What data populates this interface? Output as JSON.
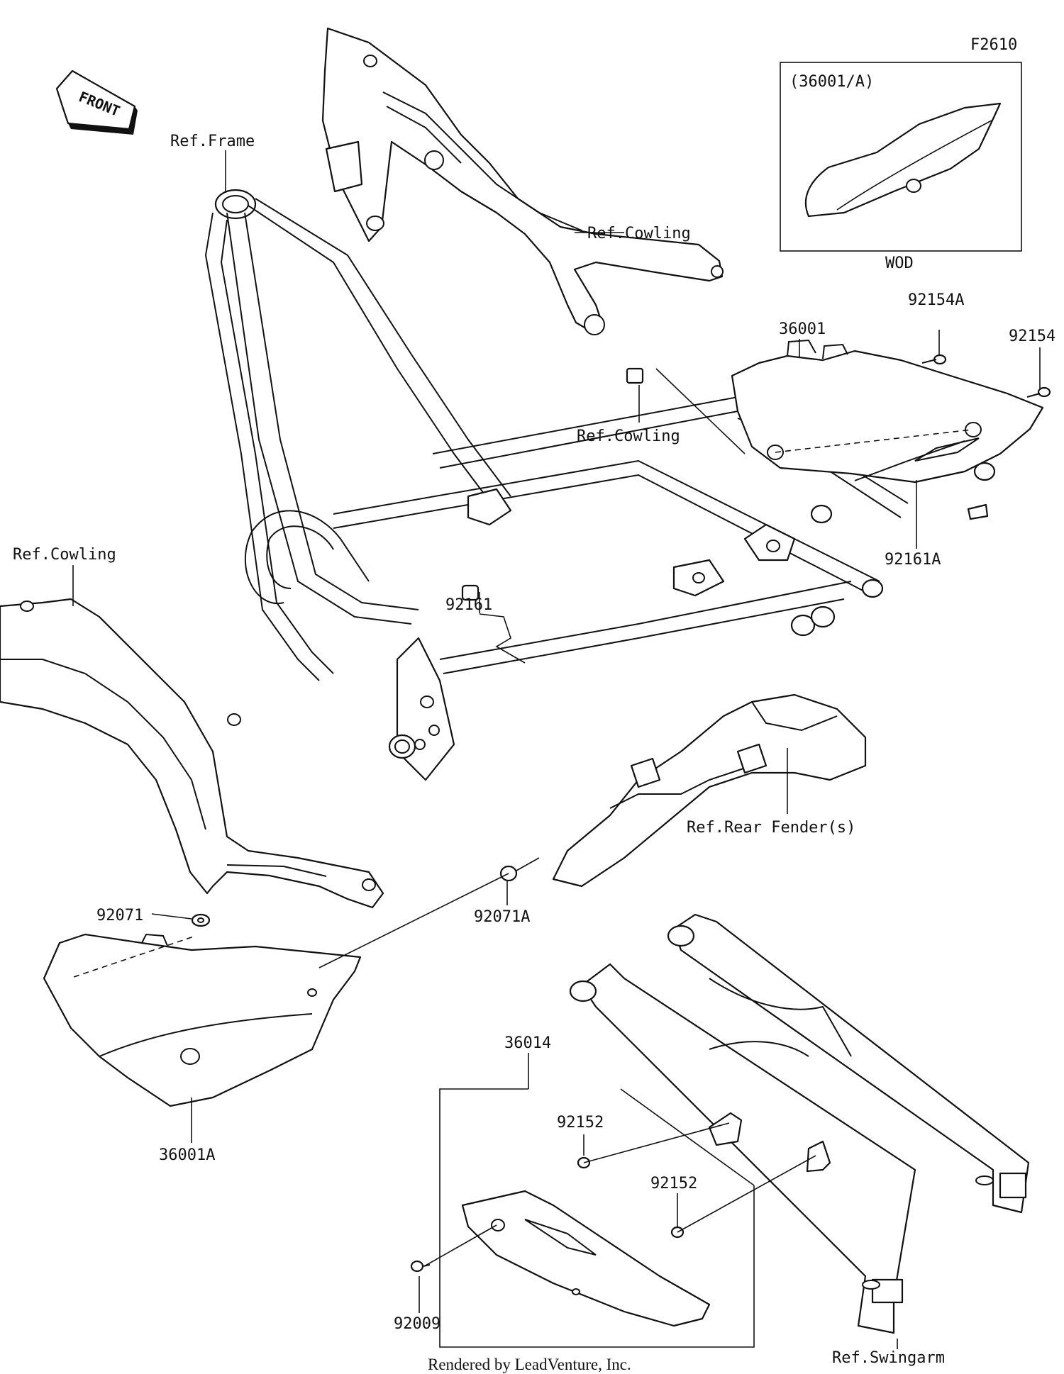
{
  "figure_code": "F2610",
  "direction_label": "FRONT",
  "inset": {
    "title": "(36001/A)",
    "caption": "WOD"
  },
  "references": {
    "frame": "Ref.Frame",
    "cowling_top": "Ref.Cowling",
    "cowling_mid": "Ref.Cowling",
    "cowling_left": "Ref.Cowling",
    "rear_fender": "Ref.Rear Fender(s)",
    "swingarm": "Ref.Swingarm"
  },
  "parts": {
    "p36001": "36001",
    "p92154A": "92154A",
    "p92154": "92154",
    "p92161A": "92161A",
    "p92161": "92161",
    "p92071": "92071",
    "p92071A": "92071A",
    "p36001A": "36001A",
    "p36014": "36014",
    "p92152a": "92152",
    "p92152b": "92152",
    "p92009": "92009"
  },
  "credit": "Rendered by LeadVenture, Inc."
}
